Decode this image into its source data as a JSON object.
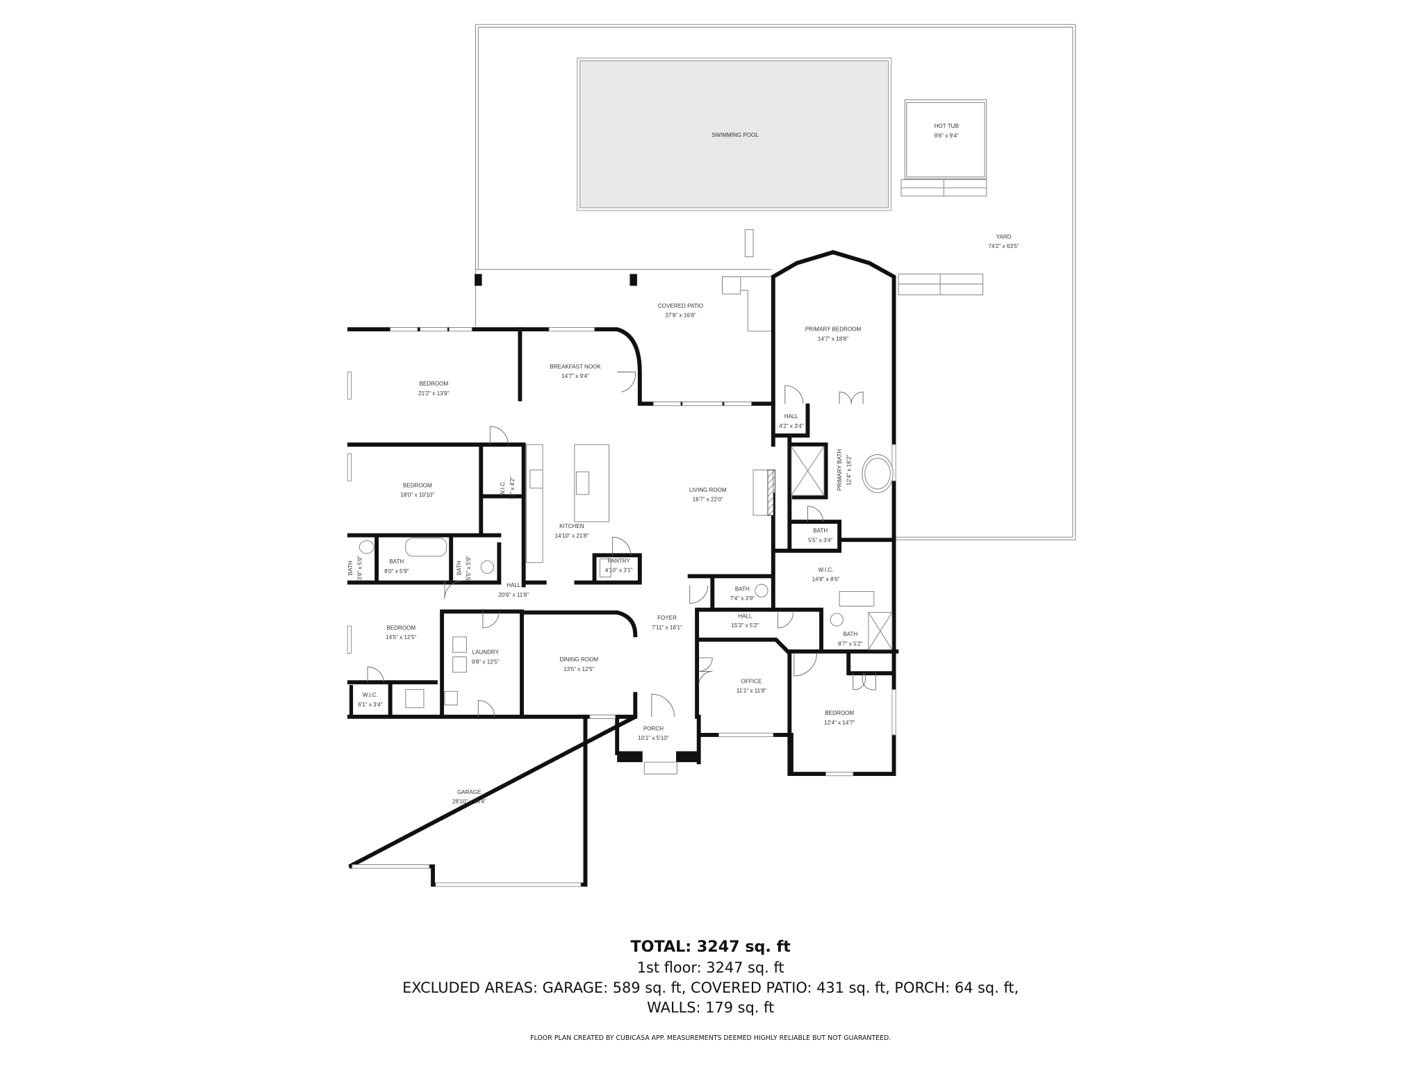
{
  "rooms": [
    {
      "name": "SWIMMING POOL",
      "dims": ""
    },
    {
      "name": "HOT TUB",
      "dims": "9'6\" x 9'4\""
    },
    {
      "name": "YARD",
      "dims": "74'2\" x 63'5\""
    },
    {
      "name": "COVERED PATIO",
      "dims": "37'8\" x 16'8\""
    },
    {
      "name": "PRIMARY BEDROOM",
      "dims": "14'7\" x 18'8\""
    },
    {
      "name": "BEDROOM",
      "dims": "21'2\" x 13'9\""
    },
    {
      "name": "BREAKFAST NOOK",
      "dims": "14'7\" x 9'4\""
    },
    {
      "name": "HALL",
      "dims": "4'2\" x 3'4\""
    },
    {
      "name": "PRIMARY BATH",
      "dims": "12'4\" x 16'2\""
    },
    {
      "name": "BEDROOM",
      "dims": "18'0\" x 10'10\""
    },
    {
      "name": "W.I.C.",
      "dims": "11\" x 4'2\""
    },
    {
      "name": "LIVING ROOM",
      "dims": "18'7\" x 22'0\""
    },
    {
      "name": "KITCHEN",
      "dims": "14'10\" x 21'8\""
    },
    {
      "name": "BATH",
      "dims": "5'5\" x 3'4\""
    },
    {
      "name": "BATH",
      "dims": "3'9\" x 5'9\""
    },
    {
      "name": "BATH",
      "dims": "8'0\" x 5'9\""
    },
    {
      "name": "BATH",
      "dims": "5'5\" x 5'9\""
    },
    {
      "name": "PANTRY",
      "dims": "4'10\" x 3'1\""
    },
    {
      "name": "W.I.C.",
      "dims": "14'8\" x 8'6\""
    },
    {
      "name": "BATH",
      "dims": "7'4\" x 3'9\""
    },
    {
      "name": "HALL",
      "dims": "20'6\" x 11'8\""
    },
    {
      "name": "FOYER",
      "dims": "7'11\" x 16'1\""
    },
    {
      "name": "HALL",
      "dims": "15'3\" x 5'2\""
    },
    {
      "name": "BEDROOM",
      "dims": "14'5\" x 12'5\""
    },
    {
      "name": "BATH",
      "dims": "8'7\" x 5'2\""
    },
    {
      "name": "LAUNDRY",
      "dims": "9'8\" x 12'5\""
    },
    {
      "name": "DINING ROOM",
      "dims": "13'5\" x 12'5\""
    },
    {
      "name": "OFFICE",
      "dims": "11'1\" x 11'8\""
    },
    {
      "name": "W.I.C.",
      "dims": "6'1\" x 3'4\""
    },
    {
      "name": "BEDROOM",
      "dims": "12'4\" x 14'7\""
    },
    {
      "name": "PORCH",
      "dims": "10'1\" x 5'10\""
    },
    {
      "name": "GARAGE",
      "dims": "28'10\" x 24'4\""
    }
  ],
  "summary": {
    "total": "TOTAL: 3247 sq. ft",
    "floor": "1st floor: 3247 sq. ft",
    "excluded": "EXCLUDED AREAS: GARAGE: 589 sq. ft, COVERED PATIO: 431 sq. ft, PORCH: 64 sq. ft,",
    "walls": "WALLS: 179 sq. ft",
    "footer": "FLOOR PLAN CREATED BY CUBICASA APP. MEASUREMENTS DEEMED HIGHLY RELIABLE BUT NOT GUARANTEED."
  },
  "colors": {
    "wall": "#111111",
    "pool": "#e8e8e8",
    "background": "#ffffff"
  }
}
